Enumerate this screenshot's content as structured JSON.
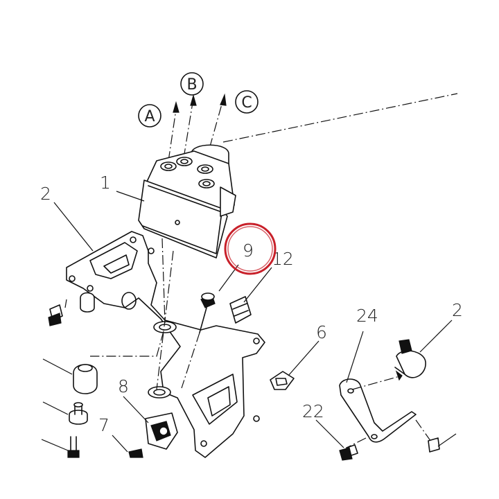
{
  "diagram": {
    "callouts": [
      {
        "id": "1",
        "text": "1"
      },
      {
        "id": "2",
        "text": "2"
      },
      {
        "id": "6",
        "text": "6"
      },
      {
        "id": "7",
        "text": "7"
      },
      {
        "id": "8",
        "text": "8"
      },
      {
        "id": "9",
        "text": "9"
      },
      {
        "id": "12",
        "text": "12"
      },
      {
        "id": "22",
        "text": "22"
      },
      {
        "id": "24",
        "text": "24"
      },
      {
        "id": "2b",
        "text": "2"
      }
    ],
    "ports": [
      {
        "id": "A",
        "text": "A"
      },
      {
        "id": "B",
        "text": "B"
      },
      {
        "id": "C",
        "text": "C"
      }
    ],
    "highlight": {
      "target": "9",
      "color": "#c8202a"
    }
  }
}
